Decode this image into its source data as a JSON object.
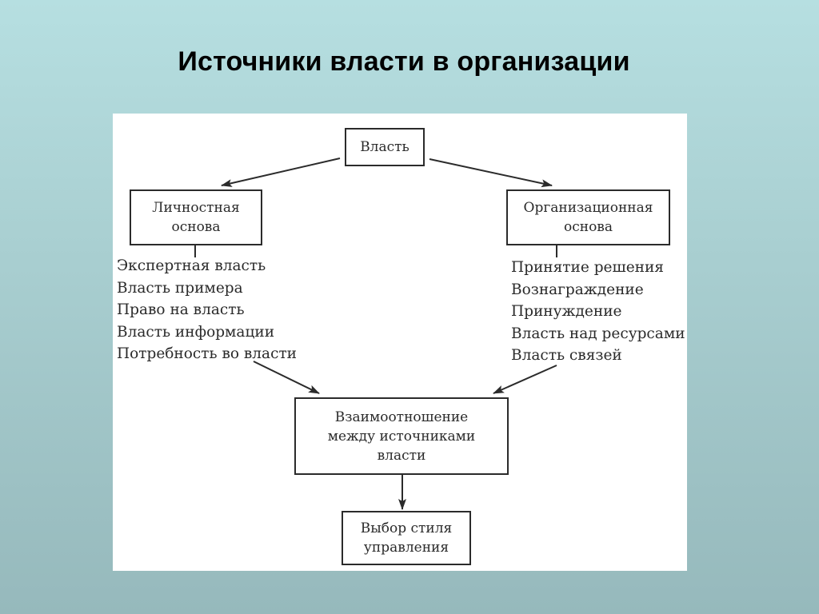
{
  "title": "Источники власти в организации",
  "diagram": {
    "root": {
      "label": "Власть"
    },
    "left_basis": {
      "line1": "Личностная",
      "line2": "основа"
    },
    "right_basis": {
      "line1": "Организационная",
      "line2": "основа"
    },
    "left_items": [
      "Экспертная власть",
      "Власть примера",
      "Право на власть",
      "Власть информации",
      "Потребность во власти"
    ],
    "right_items": [
      "Принятие решения",
      "Вознаграждение",
      "Принуждение",
      "Власть над ресурсами",
      "Власть связей"
    ],
    "relation": {
      "line1": "Взаимоотношение",
      "line2": "между источниками",
      "line3": "власти"
    },
    "style_choice": {
      "line1": "Выбор стиля",
      "line2": "управления"
    }
  },
  "colors": {
    "background_top": "#b6dfe1",
    "background_bottom": "#96b9bc",
    "panel": "#ffffff",
    "ink": "#2a2a2a"
  }
}
